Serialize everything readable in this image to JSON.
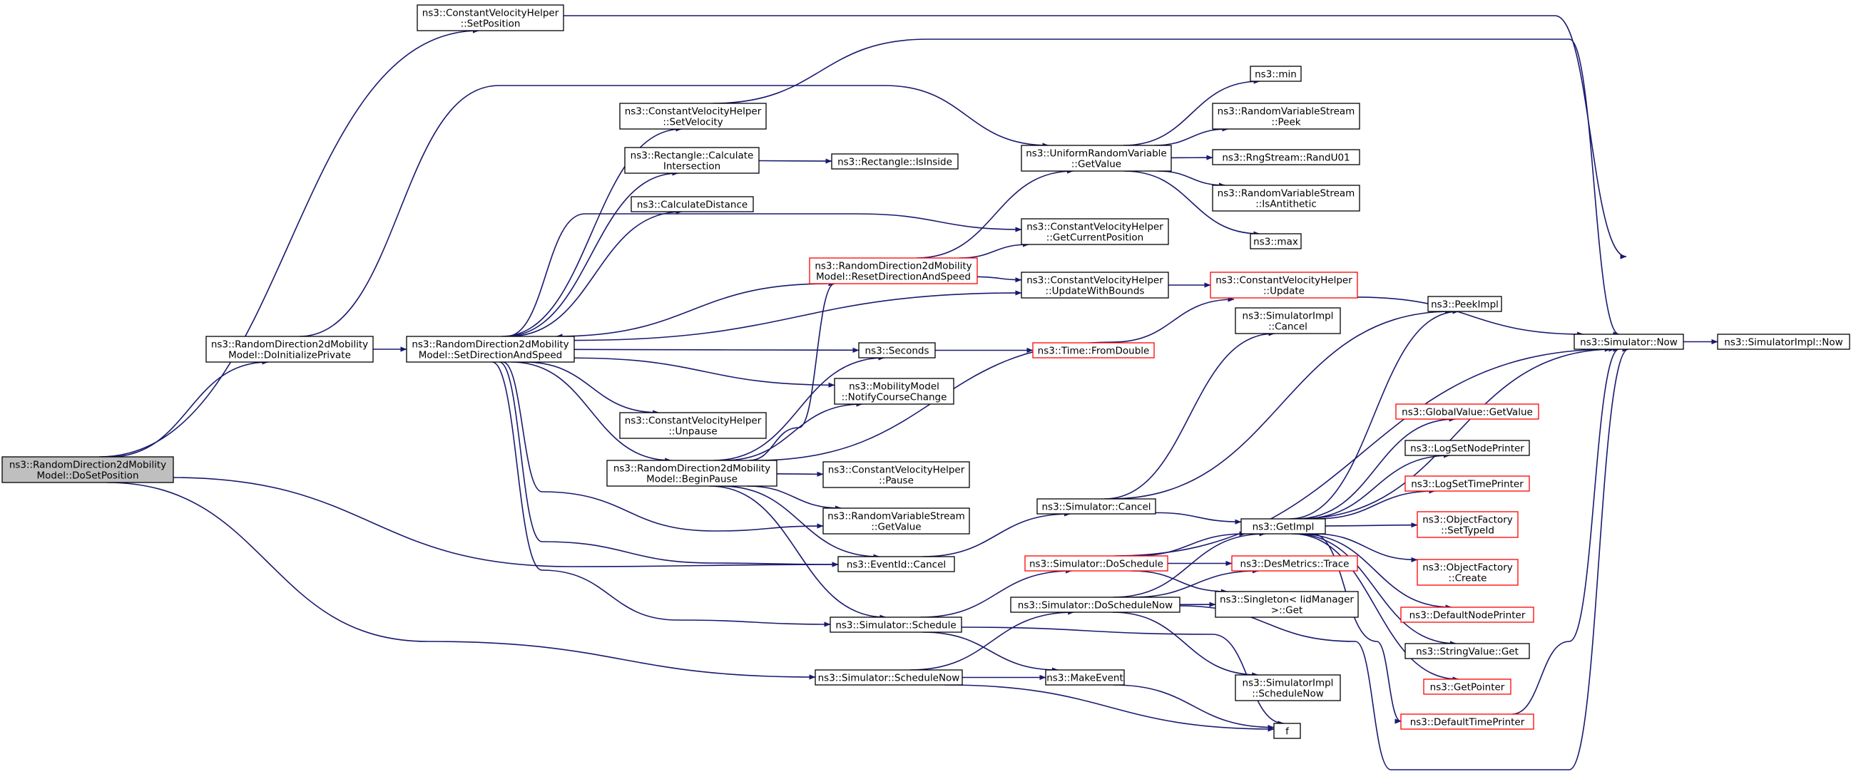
{
  "diagram": {
    "nodes": [
      {
        "id": "n_doset",
        "lines": [
          "ns3::RandomDirection2dMobility",
          "Model::DoSetPosition"
        ],
        "style": "root"
      },
      {
        "id": "n_cvh_setpos",
        "lines": [
          "ns3::ConstantVelocityHelper",
          "::SetPosition"
        ],
        "style": "normal"
      },
      {
        "id": "n_doinit",
        "lines": [
          "ns3::RandomDirection2dMobility",
          "Model::DoInitializePrivate"
        ],
        "style": "normal"
      },
      {
        "id": "n_setdir",
        "lines": [
          "ns3::RandomDirection2dMobility",
          "Model::SetDirectionAndSpeed"
        ],
        "style": "normal"
      },
      {
        "id": "n_cvh_setvel",
        "lines": [
          "ns3::ConstantVelocityHelper",
          "::SetVelocity"
        ],
        "style": "normal"
      },
      {
        "id": "n_rect_calc",
        "lines": [
          "ns3::Rectangle::Calculate",
          "Intersection"
        ],
        "style": "normal"
      },
      {
        "id": "n_rect_isinside",
        "lines": [
          "ns3::Rectangle::IsInside"
        ],
        "style": "normal"
      },
      {
        "id": "n_calcdist",
        "lines": [
          "ns3::CalculateDistance"
        ],
        "style": "normal"
      },
      {
        "id": "n_resetdir",
        "lines": [
          "ns3::RandomDirection2dMobility",
          "Model::ResetDirectionAndSpeed"
        ],
        "style": "red"
      },
      {
        "id": "n_urv_getvalue",
        "lines": [
          "ns3::UniformRandomVariable",
          "::GetValue"
        ],
        "style": "normal"
      },
      {
        "id": "n_min",
        "lines": [
          "ns3::min"
        ],
        "style": "normal"
      },
      {
        "id": "n_rvs_peek",
        "lines": [
          "ns3::RandomVariableStream",
          "::Peek"
        ],
        "style": "normal"
      },
      {
        "id": "n_rng_randu01",
        "lines": [
          "ns3::RngStream::RandU01"
        ],
        "style": "normal"
      },
      {
        "id": "n_rvs_isanti",
        "lines": [
          "ns3::RandomVariableStream",
          "::IsAntithetic"
        ],
        "style": "normal"
      },
      {
        "id": "n_max",
        "lines": [
          "ns3::max"
        ],
        "style": "normal"
      },
      {
        "id": "n_cvh_getcur",
        "lines": [
          "ns3::ConstantVelocityHelper",
          "::GetCurrentPosition"
        ],
        "style": "normal"
      },
      {
        "id": "n_cvh_updbounds",
        "lines": [
          "ns3::ConstantVelocityHelper",
          "::UpdateWithBounds"
        ],
        "style": "normal"
      },
      {
        "id": "n_cvh_update",
        "lines": [
          "ns3::ConstantVelocityHelper",
          "::Update"
        ],
        "style": "red"
      },
      {
        "id": "n_seconds",
        "lines": [
          "ns3::Seconds"
        ],
        "style": "normal"
      },
      {
        "id": "n_time_fromdouble",
        "lines": [
          "ns3::Time::FromDouble"
        ],
        "style": "red"
      },
      {
        "id": "n_mm_notify",
        "lines": [
          "ns3::MobilityModel",
          "::NotifyCourseChange"
        ],
        "style": "normal"
      },
      {
        "id": "n_cvh_unpause",
        "lines": [
          "ns3::ConstantVelocityHelper",
          "::Unpause"
        ],
        "style": "normal"
      },
      {
        "id": "n_beginpause",
        "lines": [
          "ns3::RandomDirection2dMobility",
          "Model::BeginPause"
        ],
        "style": "normal"
      },
      {
        "id": "n_cvh_pause",
        "lines": [
          "ns3::ConstantVelocityHelper",
          "::Pause"
        ],
        "style": "normal"
      },
      {
        "id": "n_rvs_getvalue",
        "lines": [
          "ns3::RandomVariableStream",
          "::GetValue"
        ],
        "style": "normal"
      },
      {
        "id": "n_eventid_cancel",
        "lines": [
          "ns3::EventId::Cancel"
        ],
        "style": "normal"
      },
      {
        "id": "n_sim_schedule",
        "lines": [
          "ns3::Simulator::Schedule"
        ],
        "style": "normal"
      },
      {
        "id": "n_sim_schedulenow",
        "lines": [
          "ns3::Simulator::ScheduleNow"
        ],
        "style": "normal"
      },
      {
        "id": "n_makeevent",
        "lines": [
          "ns3::MakeEvent"
        ],
        "style": "normal"
      },
      {
        "id": "n_f",
        "lines": [
          "f"
        ],
        "style": "normal"
      },
      {
        "id": "n_sim_cancel",
        "lines": [
          "ns3::Simulator::Cancel"
        ],
        "style": "normal"
      },
      {
        "id": "n_sim_doschedule",
        "lines": [
          "ns3::Simulator::DoSchedule"
        ],
        "style": "red"
      },
      {
        "id": "n_sim_doschedulenow",
        "lines": [
          "ns3::Simulator::DoScheduleNow"
        ],
        "style": "normal"
      },
      {
        "id": "n_simimpl_cancel",
        "lines": [
          "ns3::SimulatorImpl",
          "::Cancel"
        ],
        "style": "normal"
      },
      {
        "id": "n_simimpl_schednow",
        "lines": [
          "ns3::SimulatorImpl",
          "::ScheduleNow"
        ],
        "style": "normal"
      },
      {
        "id": "n_peekimpl",
        "lines": [
          "ns3::PeekImpl"
        ],
        "style": "normal"
      },
      {
        "id": "n_getimpl",
        "lines": [
          "ns3::GetImpl"
        ],
        "style": "normal"
      },
      {
        "id": "n_desmetrics",
        "lines": [
          "ns3::DesMetrics::Trace"
        ],
        "style": "red"
      },
      {
        "id": "n_singleton",
        "lines": [
          "ns3::Singleton< IidManager",
          ">::Get"
        ],
        "style": "normal"
      },
      {
        "id": "n_sim_now",
        "lines": [
          "ns3::Simulator::Now"
        ],
        "style": "normal"
      },
      {
        "id": "n_simimpl_now",
        "lines": [
          "ns3::SimulatorImpl::Now"
        ],
        "style": "normal"
      },
      {
        "id": "n_gv_getvalue",
        "lines": [
          "ns3::GlobalValue::GetValue"
        ],
        "style": "red"
      },
      {
        "id": "n_logsetnode",
        "lines": [
          "ns3::LogSetNodePrinter"
        ],
        "style": "normal"
      },
      {
        "id": "n_logsettime",
        "lines": [
          "ns3::LogSetTimePrinter"
        ],
        "style": "red"
      },
      {
        "id": "n_of_settypeid",
        "lines": [
          "ns3::ObjectFactory",
          "::SetTypeId"
        ],
        "style": "red"
      },
      {
        "id": "n_of_create",
        "lines": [
          "ns3::ObjectFactory",
          "::Create"
        ],
        "style": "red"
      },
      {
        "id": "n_defnodeprinter",
        "lines": [
          "ns3::DefaultNodePrinter"
        ],
        "style": "red"
      },
      {
        "id": "n_stringvalue_get",
        "lines": [
          "ns3::StringValue::Get"
        ],
        "style": "normal"
      },
      {
        "id": "n_getpointer",
        "lines": [
          "ns3::GetPointer"
        ],
        "style": "red"
      },
      {
        "id": "n_deftimeprinter",
        "lines": [
          "ns3::DefaultTimePrinter"
        ],
        "style": "red"
      }
    ],
    "edges": [
      [
        "n_doset",
        "n_cvh_setpos"
      ],
      [
        "n_doset",
        "n_doinit"
      ],
      [
        "n_doset",
        "n_eventid_cancel"
      ],
      [
        "n_doset",
        "n_sim_schedulenow"
      ],
      [
        "n_cvh_setpos",
        "n_sim_now"
      ],
      [
        "n_doinit",
        "n_setdir"
      ],
      [
        "n_doinit",
        "n_urv_getvalue"
      ],
      [
        "n_setdir",
        "n_cvh_setvel"
      ],
      [
        "n_setdir",
        "n_rect_calc"
      ],
      [
        "n_setdir",
        "n_calcdist"
      ],
      [
        "n_setdir",
        "n_cvh_getcur"
      ],
      [
        "n_setdir",
        "n_cvh_updbounds"
      ],
      [
        "n_setdir",
        "n_seconds"
      ],
      [
        "n_setdir",
        "n_mm_notify"
      ],
      [
        "n_setdir",
        "n_cvh_unpause"
      ],
      [
        "n_setdir",
        "n_beginpause"
      ],
      [
        "n_setdir",
        "n_rvs_getvalue"
      ],
      [
        "n_setdir",
        "n_eventid_cancel"
      ],
      [
        "n_setdir",
        "n_sim_schedule"
      ],
      [
        "n_cvh_setvel",
        "n_sim_now"
      ],
      [
        "n_rect_calc",
        "n_rect_isinside"
      ],
      [
        "n_resetdir",
        "n_setdir"
      ],
      [
        "n_resetdir",
        "n_urv_getvalue"
      ],
      [
        "n_resetdir",
        "n_cvh_getcur"
      ],
      [
        "n_resetdir",
        "n_cvh_updbounds"
      ],
      [
        "n_urv_getvalue",
        "n_min"
      ],
      [
        "n_urv_getvalue",
        "n_rvs_peek"
      ],
      [
        "n_urv_getvalue",
        "n_rng_randu01"
      ],
      [
        "n_urv_getvalue",
        "n_rvs_isanti"
      ],
      [
        "n_urv_getvalue",
        "n_max"
      ],
      [
        "n_cvh_updbounds",
        "n_cvh_update"
      ],
      [
        "n_cvh_update",
        "n_sim_now"
      ],
      [
        "n_seconds",
        "n_time_fromdouble"
      ],
      [
        "n_beginpause",
        "n_resetdir"
      ],
      [
        "n_beginpause",
        "n_cvh_update"
      ],
      [
        "n_beginpause",
        "n_seconds"
      ],
      [
        "n_beginpause",
        "n_mm_notify"
      ],
      [
        "n_beginpause",
        "n_cvh_pause"
      ],
      [
        "n_beginpause",
        "n_rvs_getvalue"
      ],
      [
        "n_beginpause",
        "n_eventid_cancel"
      ],
      [
        "n_beginpause",
        "n_sim_schedule"
      ],
      [
        "n_eventid_cancel",
        "n_sim_cancel"
      ],
      [
        "n_sim_schedule",
        "n_sim_doschedule"
      ],
      [
        "n_sim_schedule",
        "n_makeevent"
      ],
      [
        "n_sim_schedule",
        "n_f"
      ],
      [
        "n_sim_schedulenow",
        "n_sim_doschedulenow"
      ],
      [
        "n_sim_schedulenow",
        "n_makeevent"
      ],
      [
        "n_sim_schedulenow",
        "n_f"
      ],
      [
        "n_makeevent",
        "n_f"
      ],
      [
        "n_sim_cancel",
        "n_simimpl_cancel"
      ],
      [
        "n_sim_cancel",
        "n_peekimpl"
      ],
      [
        "n_sim_cancel",
        "n_getimpl"
      ],
      [
        "n_sim_doschedule",
        "n_sim_now"
      ],
      [
        "n_sim_doschedule",
        "n_getimpl"
      ],
      [
        "n_sim_doschedule",
        "n_desmetrics"
      ],
      [
        "n_sim_doschedule",
        "n_singleton"
      ],
      [
        "n_sim_doschedulenow",
        "n_getimpl"
      ],
      [
        "n_sim_doschedulenow",
        "n_desmetrics"
      ],
      [
        "n_sim_doschedulenow",
        "n_singleton"
      ],
      [
        "n_sim_doschedulenow",
        "n_simimpl_schednow"
      ],
      [
        "n_sim_doschedulenow",
        "n_sim_now"
      ],
      [
        "n_getimpl",
        "n_peekimpl"
      ],
      [
        "n_getimpl",
        "n_sim_now"
      ],
      [
        "n_getimpl",
        "n_gv_getvalue"
      ],
      [
        "n_getimpl",
        "n_logsetnode"
      ],
      [
        "n_getimpl",
        "n_logsettime"
      ],
      [
        "n_getimpl",
        "n_of_settypeid"
      ],
      [
        "n_getimpl",
        "n_of_create"
      ],
      [
        "n_getimpl",
        "n_defnodeprinter"
      ],
      [
        "n_getimpl",
        "n_stringvalue_get"
      ],
      [
        "n_getimpl",
        "n_getpointer"
      ],
      [
        "n_getimpl",
        "n_deftimeprinter"
      ],
      [
        "n_sim_now",
        "n_simimpl_now"
      ],
      [
        "n_deftimeprinter",
        "n_sim_now"
      ]
    ]
  }
}
